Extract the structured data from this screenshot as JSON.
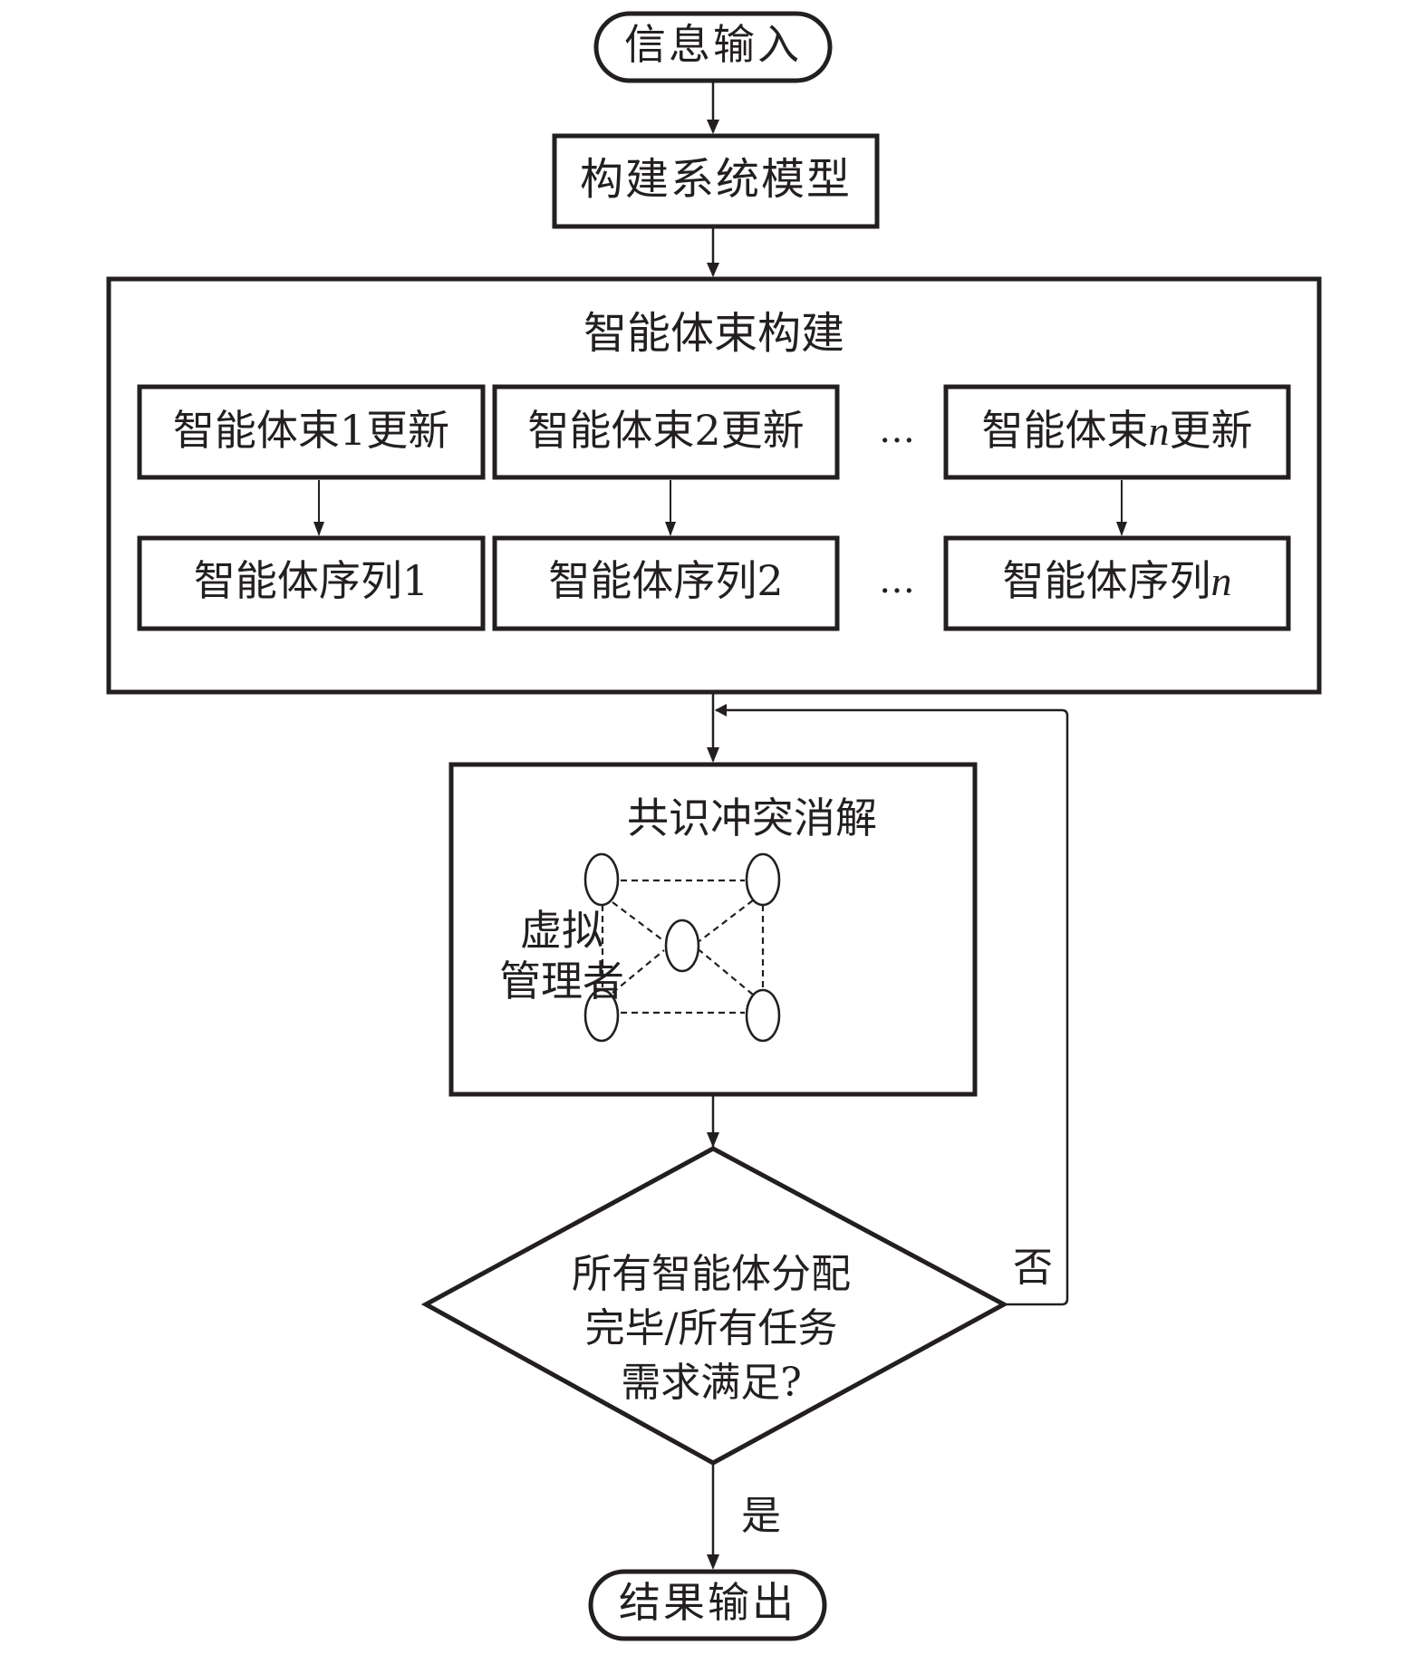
{
  "diagram": {
    "type": "flowchart",
    "stroke_color": "#231f20",
    "background": "#ffffff",
    "nodes": {
      "start": {
        "label": "信息输入",
        "shape": "terminal"
      },
      "build_model": {
        "label": "构建系统模型",
        "shape": "process"
      },
      "bundle_construction": {
        "title": "智能体束构建",
        "shape": "group",
        "columns": [
          {
            "update": "智能体束1更新",
            "sequence": "智能体序列1"
          },
          {
            "update": "智能体束2更新",
            "sequence": "智能体序列2"
          },
          {
            "update_pre": "智能体束",
            "update_var": "n",
            "update_post": "更新",
            "sequence_pre": "智能体序列",
            "sequence_var": "n"
          }
        ],
        "ellipsis": "…"
      },
      "consensus": {
        "title": "共识冲突消解",
        "side_label_line1": "虚拟",
        "side_label_line2": "管理者",
        "graph_nodes": 5,
        "graph_edge_style": "dashed"
      },
      "decision": {
        "line1": "所有智能体分配",
        "line2": "完毕/所有任务",
        "line3": "需求满足?",
        "shape": "diamond"
      },
      "end": {
        "label": "结果输出",
        "shape": "terminal"
      }
    },
    "edges": {
      "no_label": "否",
      "yes_label": "是"
    }
  }
}
